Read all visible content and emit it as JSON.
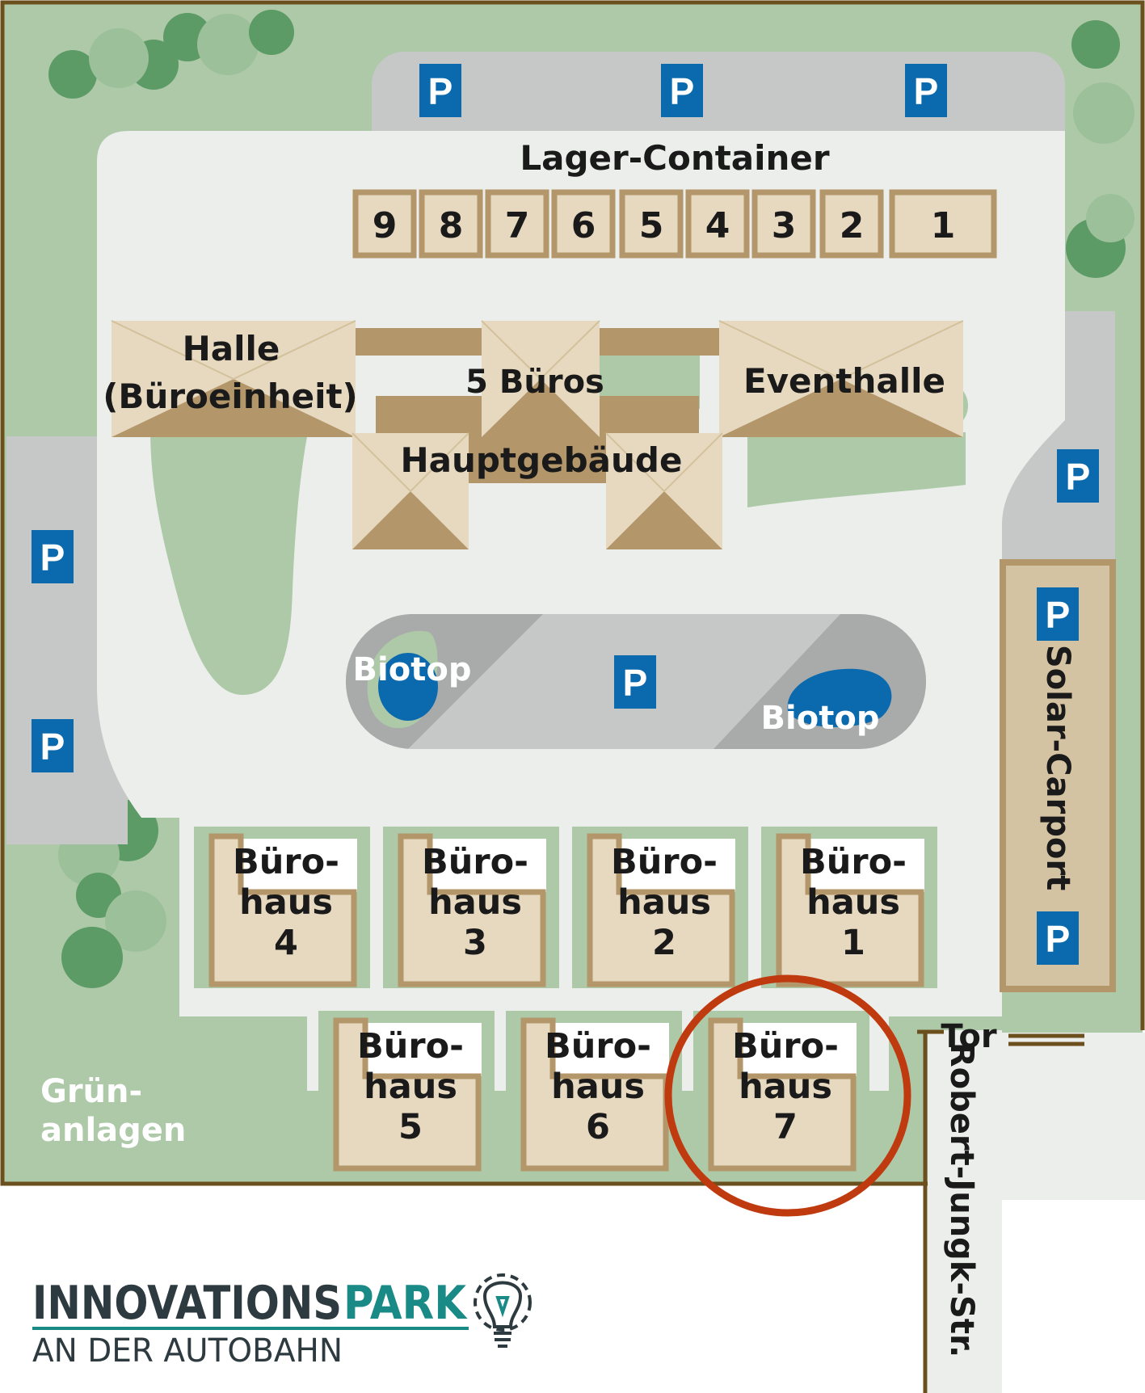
{
  "labels": {
    "lager_container": "Lager-Container",
    "halle_line1": "Halle",
    "halle_line2": "(Büroeinheit)",
    "fuenf_bueros": "5 Büros",
    "eventhalle": "Eventhalle",
    "hauptgebaeude": "Hauptgebäude",
    "biotop_1": "Biotop",
    "biotop_2": "Biotop",
    "solar_carport": "Solar-Carport",
    "tor": "Tor",
    "street": "Robert-Jungk-Str.",
    "gruen_line1": "Grün-",
    "gruen_line2": "anlagen",
    "parking": "P"
  },
  "containers": [
    "9",
    "8",
    "7",
    "6",
    "5",
    "4",
    "3",
    "2",
    "1"
  ],
  "buerohaus": {
    "line1": "Büro-",
    "line2": "haus",
    "numbers": [
      "4",
      "3",
      "2",
      "1",
      "5",
      "6",
      "7"
    ]
  },
  "highlighted_building": "7",
  "logo": {
    "word1": "INNOVATIONS",
    "word2": "PARK",
    "subtitle": "AN DER AUTOBAHN",
    "icon": "lightbulb-gear-icon"
  },
  "colors": {
    "lawn": "#adc9a8",
    "tree_dark": "#5c9a66",
    "tree_light": "#9cc09a",
    "road": "#eceeec",
    "parking_area": "#c6c8c8",
    "roof_light": "#e6d9bf",
    "roof_dark": "#b39669",
    "border": "#6b4f1d",
    "parking_sign": "#0b6aad",
    "water": "#0b6aad",
    "highlight_circle": "#c03a10",
    "logo_dark": "#2d3a3f",
    "logo_teal": "#1a8a86"
  }
}
